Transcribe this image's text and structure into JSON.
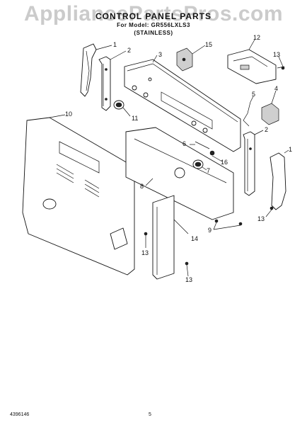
{
  "watermark": "AppliancePartsPros.com",
  "header": {
    "title": "CONTROL PANEL PARTS",
    "model": "For Model: GR556LXLS3",
    "finish": "(STAINLESS)"
  },
  "footer": {
    "document_number": "4396146",
    "page_number": "5"
  },
  "callouts": [
    "1",
    "2",
    "3",
    "15",
    "12",
    "13",
    "4",
    "5",
    "11",
    "10",
    "2",
    "6",
    "16",
    "7",
    "8",
    "1",
    "13",
    "9",
    "14",
    "13",
    "13"
  ]
}
